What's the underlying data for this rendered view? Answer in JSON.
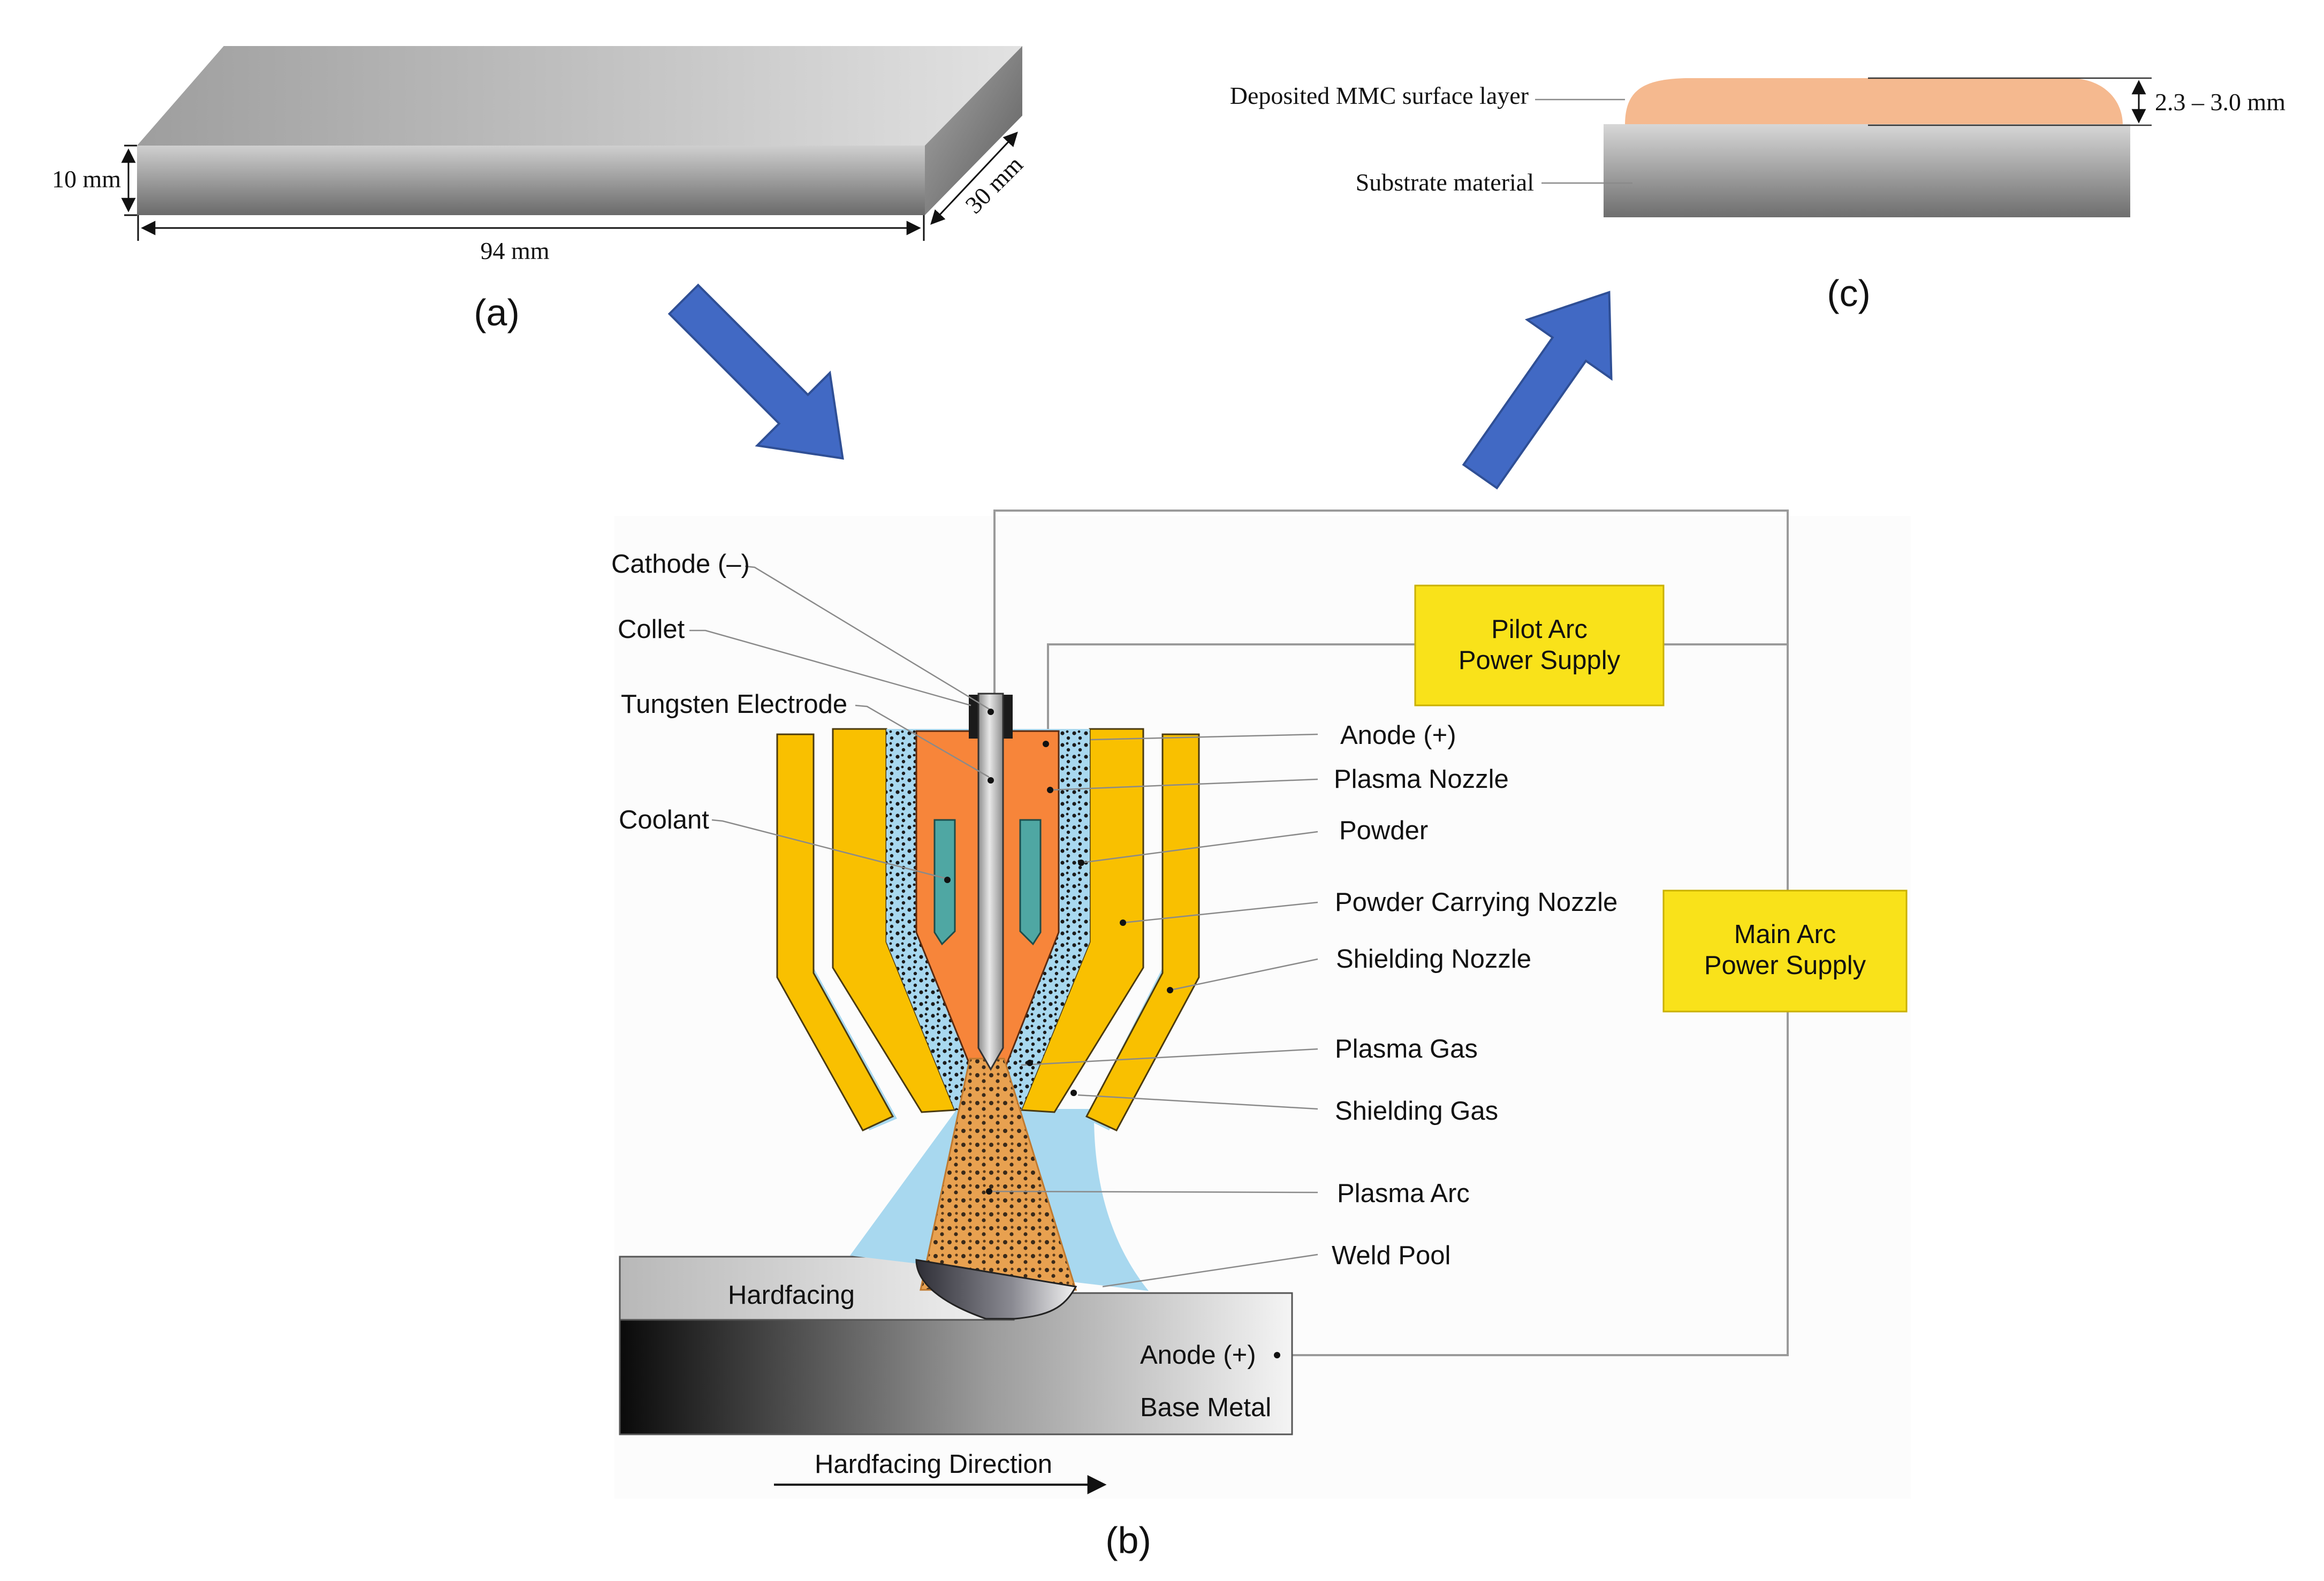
{
  "panel_a": {
    "caption": "(a)",
    "dimensions": {
      "thickness": "10 mm",
      "length": "94 mm",
      "width": "30 mm"
    }
  },
  "panel_c": {
    "caption": "(c)",
    "labels": {
      "layer": "Deposited MMC surface layer",
      "substrate": "Substrate material"
    },
    "layer_thickness": "2.3 – 3.0 mm"
  },
  "panel_b": {
    "caption": "(b)",
    "labels": {
      "cathode": "Cathode (–)",
      "collet": "Collet",
      "electrode": "Tungsten Electrode",
      "coolant": "Coolant",
      "anode_nozzle": "Anode (+)",
      "plasma_nozzle": "Plasma Nozzle",
      "powder": "Powder",
      "powder_nozzle": "Powder Carrying Nozzle",
      "shielding_nozzle": "Shielding Nozzle",
      "plasma_gas": "Plasma Gas",
      "shielding_gas": "Shielding Gas",
      "plasma_arc": "Plasma Arc",
      "weld_pool": "Weld Pool",
      "hardfacing": "Hardfacing",
      "anode_base": "Anode (+)",
      "base_metal": "Base Metal",
      "direction": "Hardfacing Direction"
    },
    "pilot_arc": {
      "line1": "Pilot Arc",
      "line2": "Power Supply"
    },
    "main_arc": {
      "line1": "Main Arc",
      "line2": "Power Supply"
    }
  },
  "colors": {
    "arrow_blue": "#4169c4",
    "nozzle_yellow": "#f9c000",
    "nozzle_orange": "#f7853a",
    "gas_blue": "#a8d8ef",
    "deposit_peach": "#f5b98f",
    "power_supply_yellow": "#f9e21a"
  }
}
